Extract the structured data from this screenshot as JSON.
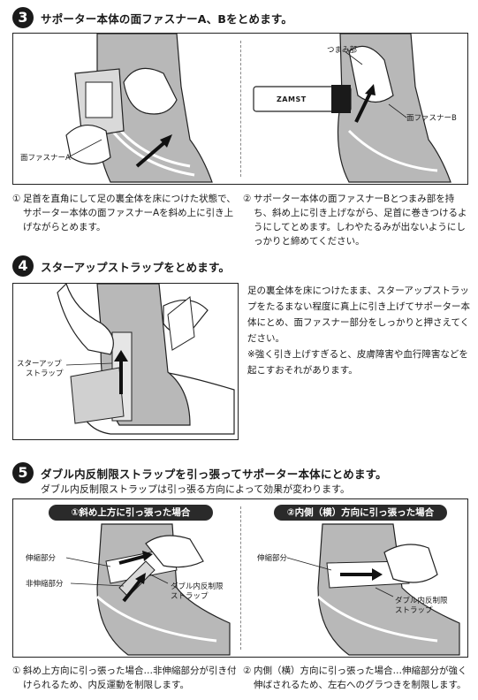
{
  "step3": {
    "number": "3",
    "title": "サポーター本体の面ファスナーA、Bをとめます。",
    "left_label_fastener": "面ファスナーA",
    "right_label_knob": "つまみ部",
    "right_label_fastener": "面ファスナーB",
    "strap_brand": "ZAMST",
    "caption_left_marker": "①",
    "caption_left": "足首を直角にして足の裏全体を床につけた状態で、サポーター本体の面ファスナーAを斜め上に引き上げながらとめます。",
    "caption_right_marker": "②",
    "caption_right": "サポーター本体の面ファスナーBとつまみ部を持ち、斜め上に引き上げながら、足首に巻きつけるようにしてとめます。しわやたるみが出ないようにしっかりと締めてください。"
  },
  "step4": {
    "number": "4",
    "title": "スターアップストラップをとめます。",
    "label_strap_1": "スターアップ",
    "label_strap_2": "ストラップ",
    "desc": "足の裏全体を床につけたまま、スターアップストラップをたるまない程度に真上に引き上げてサポーター本体にとめ、面ファスナー部分をしっかりと押さえてください。",
    "warning": "※強く引き上げすぎると、皮膚障害や血行障害などを起こすおそれがあります。"
  },
  "step5": {
    "number": "5",
    "title": "ダブル内反制限ストラップを引っ張ってサポーター本体にとめます。",
    "subtitle": "ダブル内反制限ストラップは引っ張る方向によって効果が変わります。",
    "left_pill": "①斜め上方に引っ張った場合",
    "right_pill": "②内側（横）方向に引っ張った場合",
    "left_label_stretch": "伸縮部分",
    "left_label_nonstretch": "非伸縮部分",
    "left_label_strap_1": "ダブル内反制限",
    "left_label_strap_2": "ストラップ",
    "right_label_stretch": "伸縮部分",
    "right_label_strap_1": "ダブル内反制限",
    "right_label_strap_2": "ストラップ",
    "caption_left_marker": "①",
    "caption_left": "斜め上方向に引っ張った場合…非伸縮部分が引き付けられるため、内反運動を制限します。",
    "caption_right_marker": "②",
    "caption_right": "内側（横）方向に引っ張った場合…伸縮部分が強く伸ばされるため、左右へのグラつきを制限します。"
  }
}
